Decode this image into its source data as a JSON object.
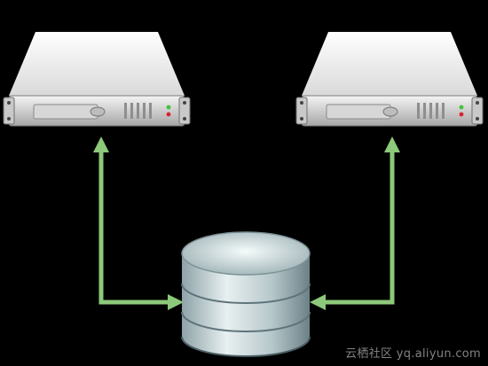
{
  "colors": {
    "background": "#000000",
    "connector": "#8cc97a",
    "server_body": "#e9e9e9",
    "database_body": "#b9c9cc",
    "led_green": "#41c43a",
    "led_red": "#d8232a"
  },
  "nodes": [
    {
      "kind": "server",
      "icon": "server-icon"
    },
    {
      "kind": "server",
      "icon": "server-icon"
    },
    {
      "kind": "database",
      "icon": "database-icon"
    }
  ],
  "edges": [
    {
      "from": "database",
      "to": "server-left",
      "style": "elbow-arrows"
    },
    {
      "from": "database",
      "to": "server-right",
      "style": "elbow-arrows"
    }
  ],
  "watermark": "云栖社区 yq.aliyun.com"
}
